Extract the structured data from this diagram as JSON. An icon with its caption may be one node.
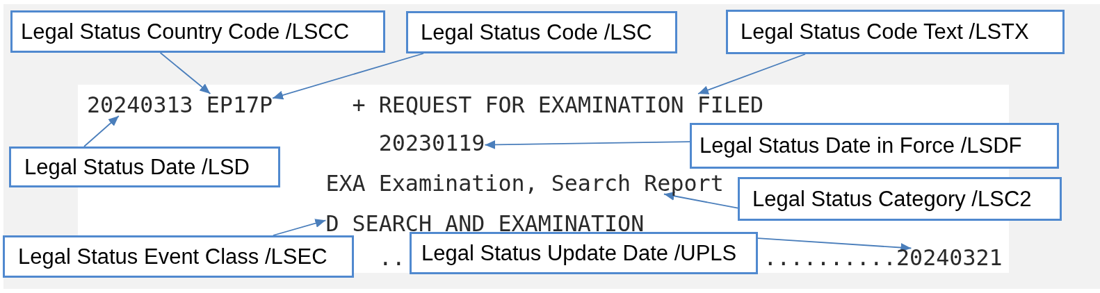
{
  "diagram": {
    "nodes": [
      {
        "text": [
          "Legal Status Country Code /LSCC"
        ]
      },
      {
        "text": [
          "Legal Status Code /LSC"
        ]
      },
      {
        "text": [
          "Legal Status Code Text /LSTX"
        ]
      },
      {
        "text": [
          "20240313"
        ]
      },
      {
        "text": [
          "EP"
        ]
      },
      {
        "text": [
          "17P"
        ]
      },
      {
        "text": [
          "REQUEST FOR EXAMINATION FILED"
        ]
      },
      {
        "text": [
          "20230119"
        ]
      },
      {
        "text": [
          "Legal Status Date /LSD"
        ]
      },
      {
        "text": [
          "Legal Status Date in Force /LSDF"
        ]
      },
      {
        "text": [
          "EXA Examination, Search Report"
        ]
      },
      {
        "text": [
          "Legal Status Category /LSC2"
        ]
      },
      {
        "text": [
          "D SEARCH AND EXAMINATION"
        ]
      },
      {
        "text": [
          "Legal Status Event Class /LSEC"
        ]
      },
      {
        "text": [
          "Legal Status Update Date /UPLS"
        ]
      },
      {
        "text": [
          "20240321"
        ]
      }
    ],
    "edges": [
      {
        "from": 0,
        "to": 4,
        "arrow": "to"
      },
      {
        "from": 1,
        "to": 5,
        "arrow": "to"
      },
      {
        "from": 2,
        "to": 6,
        "arrow": "to"
      },
      {
        "from": 8,
        "to": 3,
        "arrow": "to"
      },
      {
        "from": 9,
        "to": 7,
        "arrow": "to"
      },
      {
        "from": 11,
        "to": 10,
        "arrow": "to"
      },
      {
        "from": 13,
        "to": 12,
        "arrow": "to"
      },
      {
        "from": 14,
        "to": 15,
        "arrow": "to"
      }
    ],
    "labels": [
      "+",
      "..",
      ".........."
    ]
  }
}
